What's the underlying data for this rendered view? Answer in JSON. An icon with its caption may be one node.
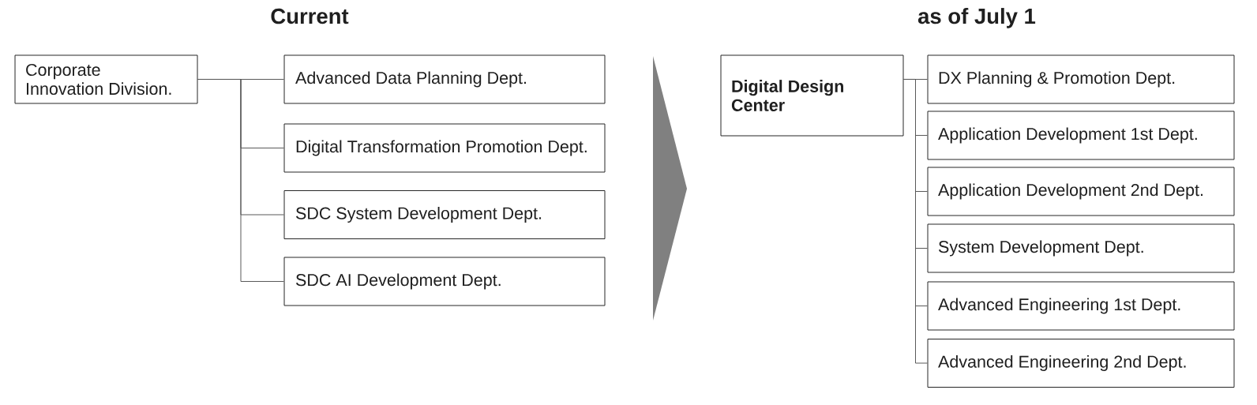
{
  "diagram": {
    "nodes": [
      {
        "text": [
          "Corporate Innovation Division."
        ]
      },
      {
        "text": [
          "Advanced Data Planning Dept."
        ]
      },
      {
        "text": [
          "Digital Transformation Promotion Dept."
        ]
      },
      {
        "text": [
          "SDC System Development Dept."
        ]
      },
      {
        "text": [
          "SDC AI Development Dept."
        ]
      },
      {
        "text": [
          "Digital Design Center"
        ]
      },
      {
        "text": [
          "DX Planning & Promotion Dept."
        ]
      },
      {
        "text": [
          "Application Development 1st Dept."
        ]
      },
      {
        "text": [
          "Application Development 2nd Dept."
        ]
      },
      {
        "text": [
          "System Development Dept."
        ]
      },
      {
        "text": [
          "Advanced Engineering 1st Dept."
        ]
      },
      {
        "text": [
          "Advanced Engineering 2nd Dept."
        ]
      }
    ],
    "edges": [
      {
        "from": 0,
        "to": 1,
        "arrow": "none"
      },
      {
        "from": 0,
        "to": 2,
        "arrow": "none"
      },
      {
        "from": 0,
        "to": 3,
        "arrow": "none"
      },
      {
        "from": 0,
        "to": 4,
        "arrow": "none"
      },
      {
        "from": 5,
        "to": 6,
        "arrow": "none"
      },
      {
        "from": 5,
        "to": 7,
        "arrow": "none"
      },
      {
        "from": 5,
        "to": 8,
        "arrow": "none"
      },
      {
        "from": 5,
        "to": 9,
        "arrow": "none"
      },
      {
        "from": 5,
        "to": 10,
        "arrow": "none"
      },
      {
        "from": 5,
        "to": 11,
        "arrow": "none"
      }
    ],
    "labels": [
      "Current",
      "as of July 1"
    ]
  }
}
